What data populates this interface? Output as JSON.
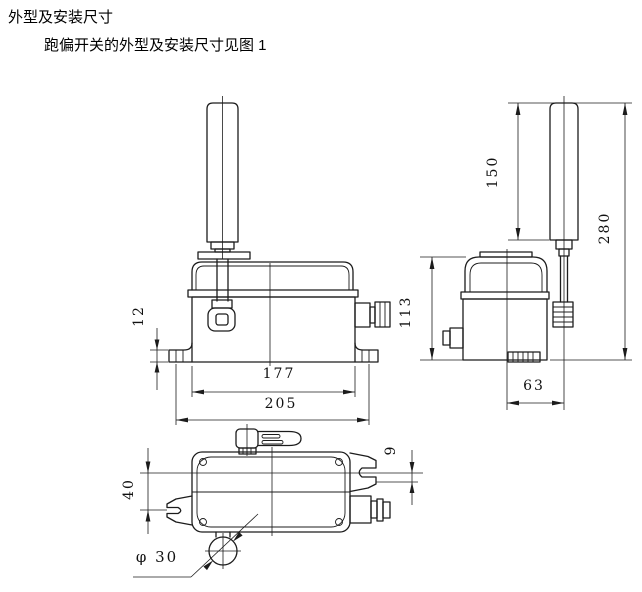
{
  "title": {
    "line1": "外型及安装尺寸",
    "line2": "跑偏开关的外型及安装尺寸见图 1"
  },
  "drawing": {
    "figure_type": "belt-sway-switch outline and mounting dimensions, three views",
    "line_color": "#1c1c1c",
    "background": "#ffffff",
    "dimensions": {
      "foot_height": "12",
      "body_width": "177",
      "overall_width": "205",
      "box_height": "113",
      "roller_length": "150",
      "overall_height": "280",
      "roller_offset": "63",
      "axis_offset": "40",
      "slot_offset": "9",
      "roller_diameter": "φ 30"
    }
  }
}
